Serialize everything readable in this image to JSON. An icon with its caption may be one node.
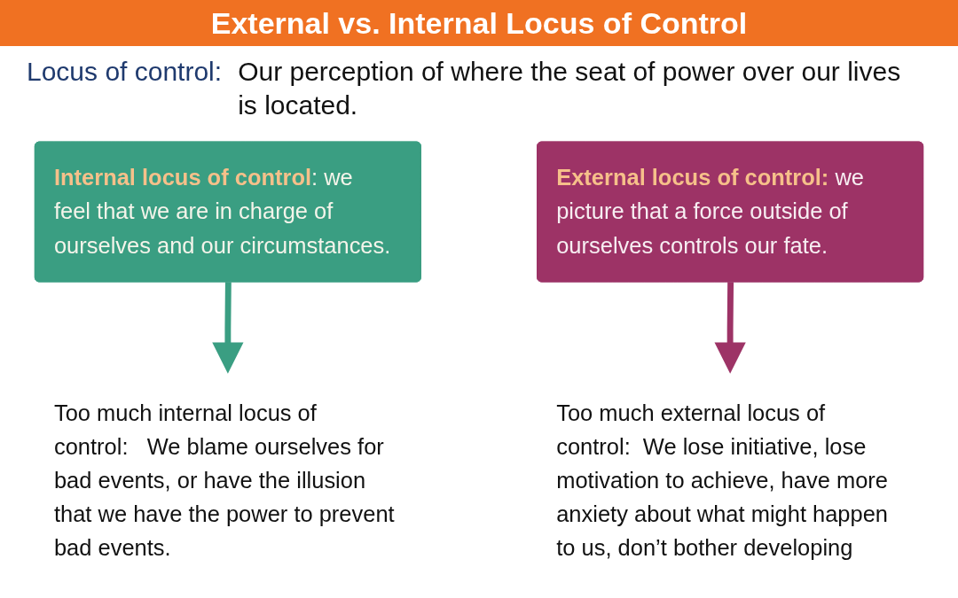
{
  "diagram": {
    "title": "External vs. Internal Locus of Control",
    "nodes": [
      {
        "text": [
          "**Internal locus of control**: we feel that we are in charge of ourselves and our circumstances."
        ]
      },
      {
        "text": [
          "**External locus of control:** we picture that a force outside of ourselves controls our fate."
        ]
      },
      {
        "text": [
          "Too much internal locus of control:   We blame ourselves for bad events, or have the illusion that we have the power to prevent bad events."
        ]
      },
      {
        "text": [
          "Too much external locus of control:  We lose initiative, lose motivation to achieve, have more anxiety about what might happen to us, don’t bother developing"
        ]
      }
    ],
    "edges": [
      {
        "from": 0,
        "to": 2,
        "arrow": "to",
        "color": "#3a9e82"
      },
      {
        "from": 1,
        "to": 3,
        "arrow": "to",
        "color": "#9d3366"
      }
    ],
    "labels": [
      "Locus of control:",
      "Our perception of where the seat of power over our lives is located."
    ]
  }
}
